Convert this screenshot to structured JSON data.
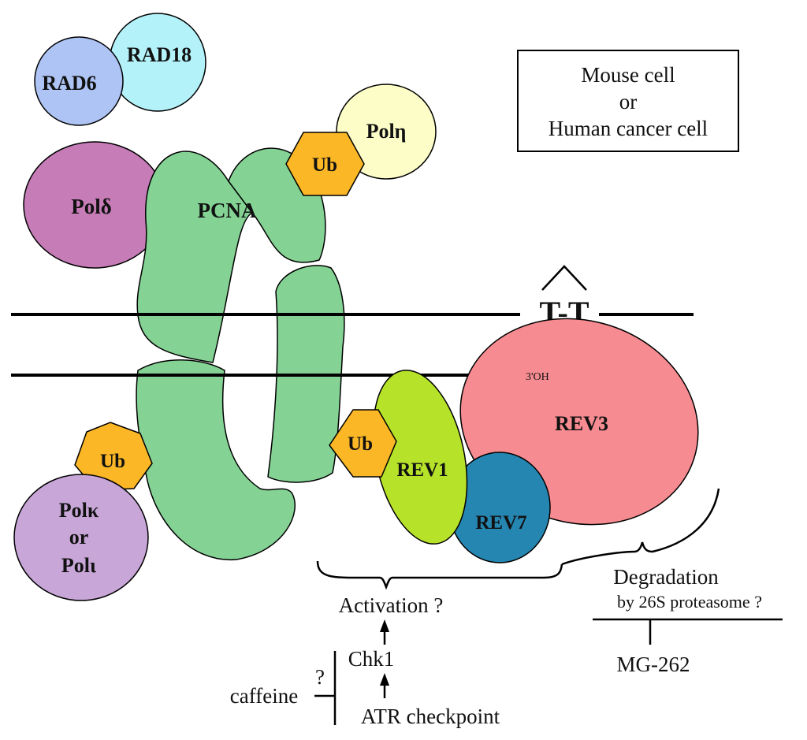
{
  "info_box": {
    "lines": [
      "Mouse cell",
      "or",
      "Human cancer cell"
    ]
  },
  "proteins": {
    "rad6": "RAD6",
    "rad18": "RAD18",
    "pol_delta": "Polδ",
    "pcna": "PCNA",
    "ub_top": "Ub",
    "pol_eta": "Polη",
    "ub_left": "Ub",
    "pol_kappa_iota": [
      "Polκ",
      "or",
      "Polι"
    ],
    "ub_mid": "Ub",
    "rev1": "REV1",
    "rev7": "REV7",
    "rev3": "REV3"
  },
  "dna": {
    "lesion": "T-T",
    "primer_end": "3'OH"
  },
  "pathway": {
    "activation": "Activation ?",
    "chk1": "Chk1",
    "atr": "ATR checkpoint",
    "caffeine": "caffeine",
    "caffeine_q": "?",
    "degradation": "Degradation",
    "proteasome": "by 26S proteasome ?",
    "inhibitor": "MG-262"
  },
  "colors": {
    "rad6": "#aec4f5",
    "rad18": "#b4f2fa",
    "pol_delta": "#c67cb7",
    "pcna": "#84d395",
    "ub": "#fbb725",
    "pol_eta": "#fdfdc8",
    "pol_kappa": "#c8a6d8",
    "rev1": "#b7e22a",
    "rev7": "#2586b1",
    "rev3": "#f68b91"
  }
}
